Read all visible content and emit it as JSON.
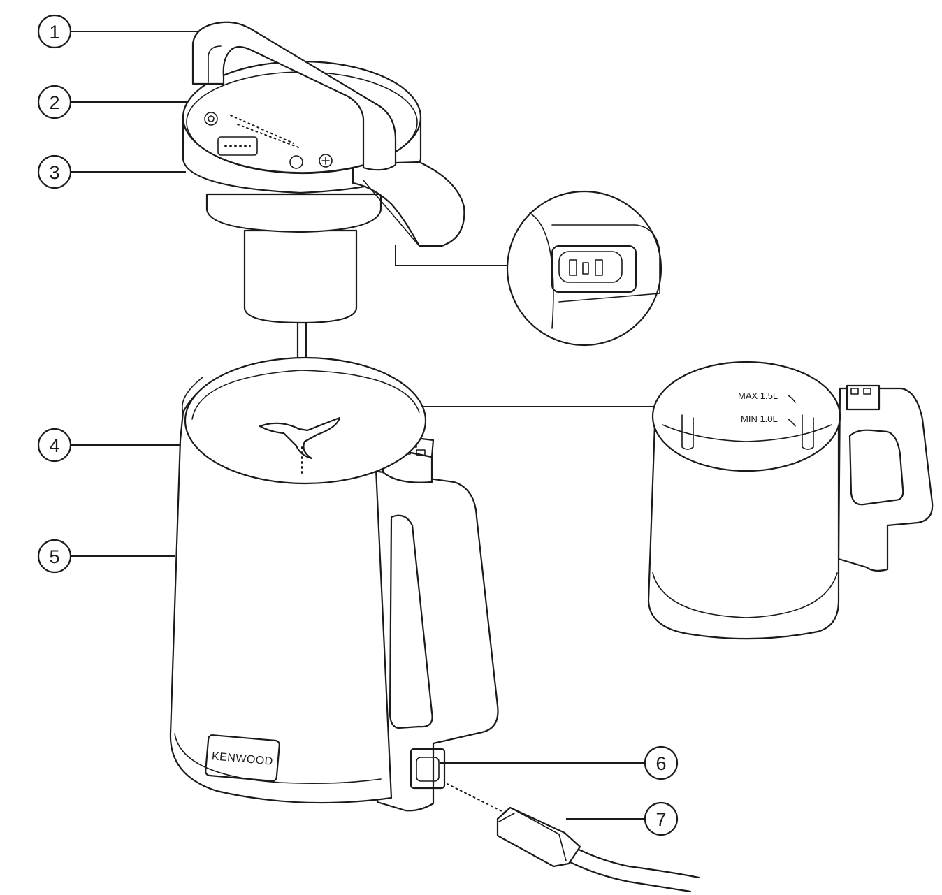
{
  "callouts": [
    {
      "number": "1",
      "part": "lid handle"
    },
    {
      "number": "2",
      "part": "control panel"
    },
    {
      "number": "3",
      "part": "motor lid"
    },
    {
      "number": "4",
      "part": "blade"
    },
    {
      "number": "5",
      "part": "jug"
    },
    {
      "number": "6",
      "part": "power socket"
    },
    {
      "number": "7",
      "part": "power cord"
    }
  ],
  "brand_label": "KENWOOD",
  "level_marks": {
    "max": "MAX 1.5L",
    "min": "MIN 1.0L"
  },
  "colors": {
    "line": "#1a1a1a",
    "background": "#ffffff"
  }
}
